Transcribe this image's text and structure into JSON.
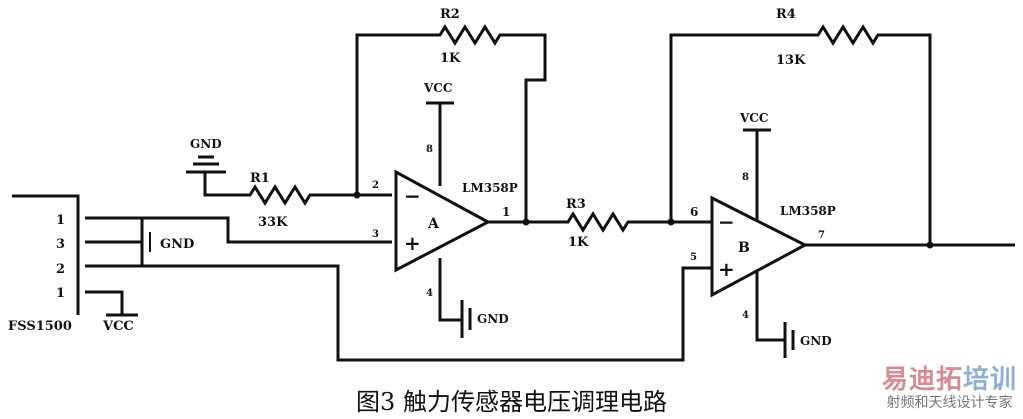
{
  "connector": {
    "label": "FSS1500",
    "pins": [
      "1",
      "3",
      "2",
      "1"
    ],
    "vcc": "VCC",
    "gnd": "GND"
  },
  "resistors": {
    "r1": {
      "name": "R1",
      "value": "33K"
    },
    "r2": {
      "name": "R2",
      "value": "1K"
    },
    "r3": {
      "name": "R3",
      "value": "1K"
    },
    "r4": {
      "name": "R4",
      "value": "13K"
    }
  },
  "opamp_a": {
    "name": "A",
    "part": "LM358P",
    "vcc": "VCC",
    "gnd": "GND",
    "minus": "−",
    "plus": "+",
    "pin_minus": "2",
    "pin_plus": "3",
    "pin_out": "1",
    "pin_top": "8",
    "pin_bottom": "4"
  },
  "opamp_b": {
    "name": "B",
    "part": "LM358P",
    "vcc": "VCC",
    "gnd": "GND",
    "minus": "−",
    "plus": "+",
    "pin_minus": "6",
    "pin_plus": "5",
    "pin_out": "7",
    "pin_top": "8",
    "pin_bottom": "4"
  },
  "top_gnd": "GND",
  "caption": "图3 触力传感器电压调理电路",
  "watermark": {
    "brand_a": "易迪拓",
    "brand_b": "培训",
    "slogan": "射频和天线设计专家"
  }
}
